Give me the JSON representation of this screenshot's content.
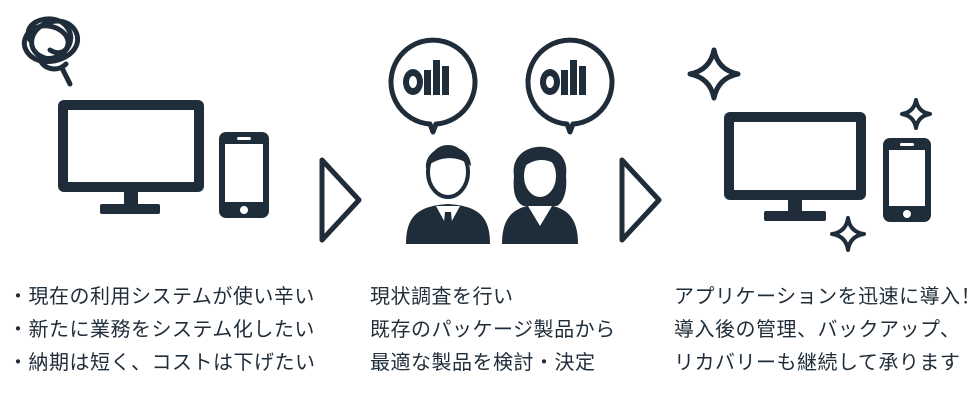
{
  "colors": {
    "ink": "#1f2d3a",
    "background": "#ffffff"
  },
  "icons": {
    "left": [
      "scribble-icon",
      "desktop-monitor-icon",
      "smartphone-icon"
    ],
    "arrows": [
      "play-arrow-icon",
      "play-arrow-icon"
    ],
    "center": [
      "speech-bubble-chart-icon",
      "speech-bubble-chart-icon",
      "businessman-icon",
      "businesswoman-icon"
    ],
    "right": [
      "sparkle-icon",
      "sparkle-icon",
      "sparkle-icon",
      "desktop-monitor-icon",
      "smartphone-icon"
    ]
  },
  "columns": {
    "before": {
      "lines": [
        "・現在の利用システムが使い辛い",
        "・新たに業務をシステム化したい",
        "・納期は短く、コストは下げたい"
      ]
    },
    "process": {
      "lines": [
        "現状調査を行い",
        "既存のパッケージ製品から",
        "最適な製品を検討・決定"
      ]
    },
    "after": {
      "lines": [
        "アプリケーションを迅速に導入！",
        "導入後の管理、バックアップ、",
        "リカバリーも継続して承ります"
      ]
    }
  }
}
